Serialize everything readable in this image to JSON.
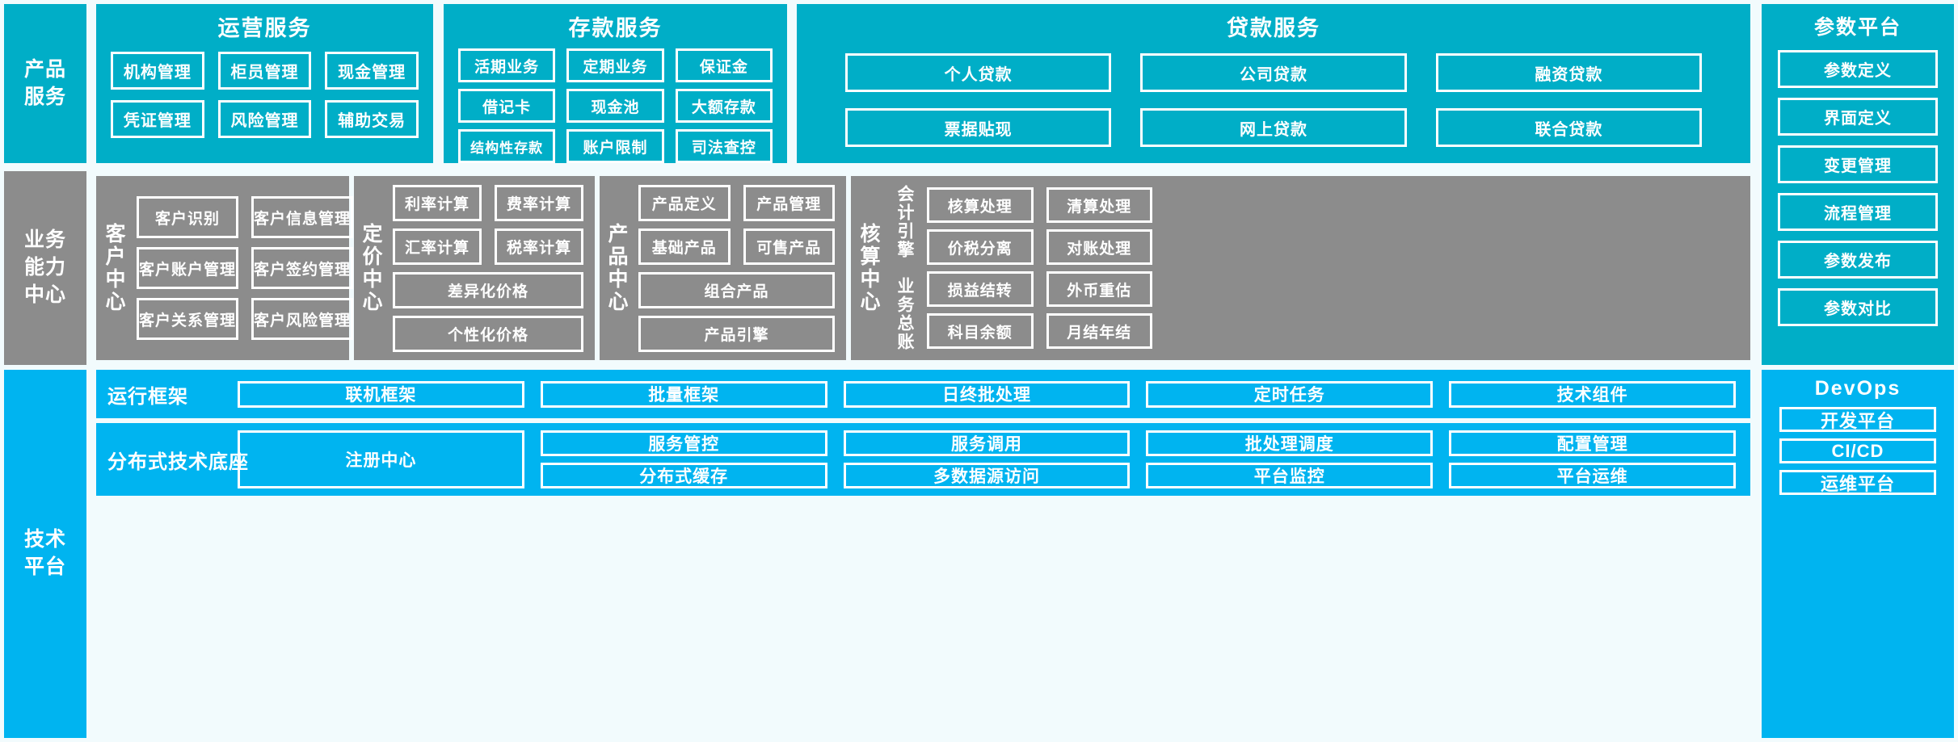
{
  "colors": {
    "service_cyan": "#00AEC7",
    "capability_gray": "#8C8C8C",
    "tech_cyan": "#00B4F0",
    "page_background": "#F2FBFD",
    "tile_border": "#FFFFFF",
    "text": "#FFFFFF"
  },
  "layers": {
    "product_service": {
      "label": "产品\n服务",
      "line1": "产品",
      "line2": "服务"
    },
    "business_capability": {
      "line1": "业务",
      "line2": "能力",
      "line3": "中心"
    },
    "technical_platform": {
      "line1": "技术",
      "line2": "平台"
    }
  },
  "service_groups": [
    {
      "title": "运营服务",
      "columns": 3,
      "tiles": [
        "机构管理",
        "柜员管理",
        "现金管理",
        "凭证管理",
        "风险管理",
        "辅助交易"
      ]
    },
    {
      "title": "存款服务",
      "columns": 3,
      "tiles": [
        "活期业务",
        "定期业务",
        "保证金",
        "借记卡",
        "现金池",
        "大额存款",
        "结构性存款",
        "账户限制",
        "司法查控"
      ]
    },
    {
      "title": "贷款服务",
      "columns": 3,
      "tiles": [
        "个人贷款",
        "公司贷款",
        "融资贷款",
        "票据贴现",
        "网上贷款",
        "联合贷款"
      ]
    }
  ],
  "capability_centers": [
    {
      "name": "客户中心",
      "sub_label": null,
      "rows": [
        [
          "客户识别",
          "客户信息管理"
        ],
        [
          "客户账户管理",
          "客户签约管理"
        ],
        [
          "客户关系管理",
          "客户风险管理"
        ]
      ]
    },
    {
      "name": "定价中心",
      "sub_label": null,
      "rows": [
        [
          "利率计算",
          "费率计算"
        ],
        [
          "汇率计算",
          "税率计算"
        ],
        [
          "差异化价格"
        ],
        [
          "个性化价格"
        ]
      ]
    },
    {
      "name": "产品中心",
      "sub_label": null,
      "rows": [
        [
          "产品定义",
          "产品管理"
        ],
        [
          "基础产品",
          "可售产品"
        ],
        [
          "组合产品"
        ],
        [
          "产品引擎"
        ]
      ]
    },
    {
      "name": "核算中心",
      "sub_groups": [
        {
          "label": "会计引擎",
          "rows": [
            [
              "核算处理",
              "清算处理"
            ],
            [
              "价税分离",
              "对账处理"
            ]
          ]
        },
        {
          "label": "业务总账",
          "rows": [
            [
              "损益结转",
              "外币重估"
            ],
            [
              "科目余额",
              "月结年结"
            ]
          ]
        }
      ]
    }
  ],
  "tech_rows": [
    {
      "name": "运行框架",
      "columns": [
        {
          "tiles": [
            "联机框架"
          ]
        },
        {
          "tiles": [
            "批量框架"
          ]
        },
        {
          "tiles": [
            "日终批处理"
          ]
        },
        {
          "tiles": [
            "定时任务"
          ]
        },
        {
          "tiles": [
            "技术组件"
          ]
        }
      ]
    },
    {
      "name": "分布式技术底座",
      "columns": [
        {
          "tiles": [
            "注册中心"
          ],
          "tall": true
        },
        {
          "tiles": [
            "服务管控",
            "分布式缓存"
          ]
        },
        {
          "tiles": [
            "服务调用",
            "多数据源访问"
          ]
        },
        {
          "tiles": [
            "批处理调度",
            "平台监控"
          ]
        },
        {
          "tiles": [
            "配置管理",
            "平台运维"
          ]
        }
      ]
    }
  ],
  "right_panels": {
    "parameter_platform": {
      "title": "参数平台",
      "tiles": [
        "参数定义",
        "界面定义",
        "变更管理",
        "流程管理",
        "参数发布",
        "参数对比"
      ]
    },
    "devops": {
      "title": "DevOps",
      "tiles": [
        "开发平台",
        "CI/CD",
        "运维平台"
      ]
    }
  }
}
